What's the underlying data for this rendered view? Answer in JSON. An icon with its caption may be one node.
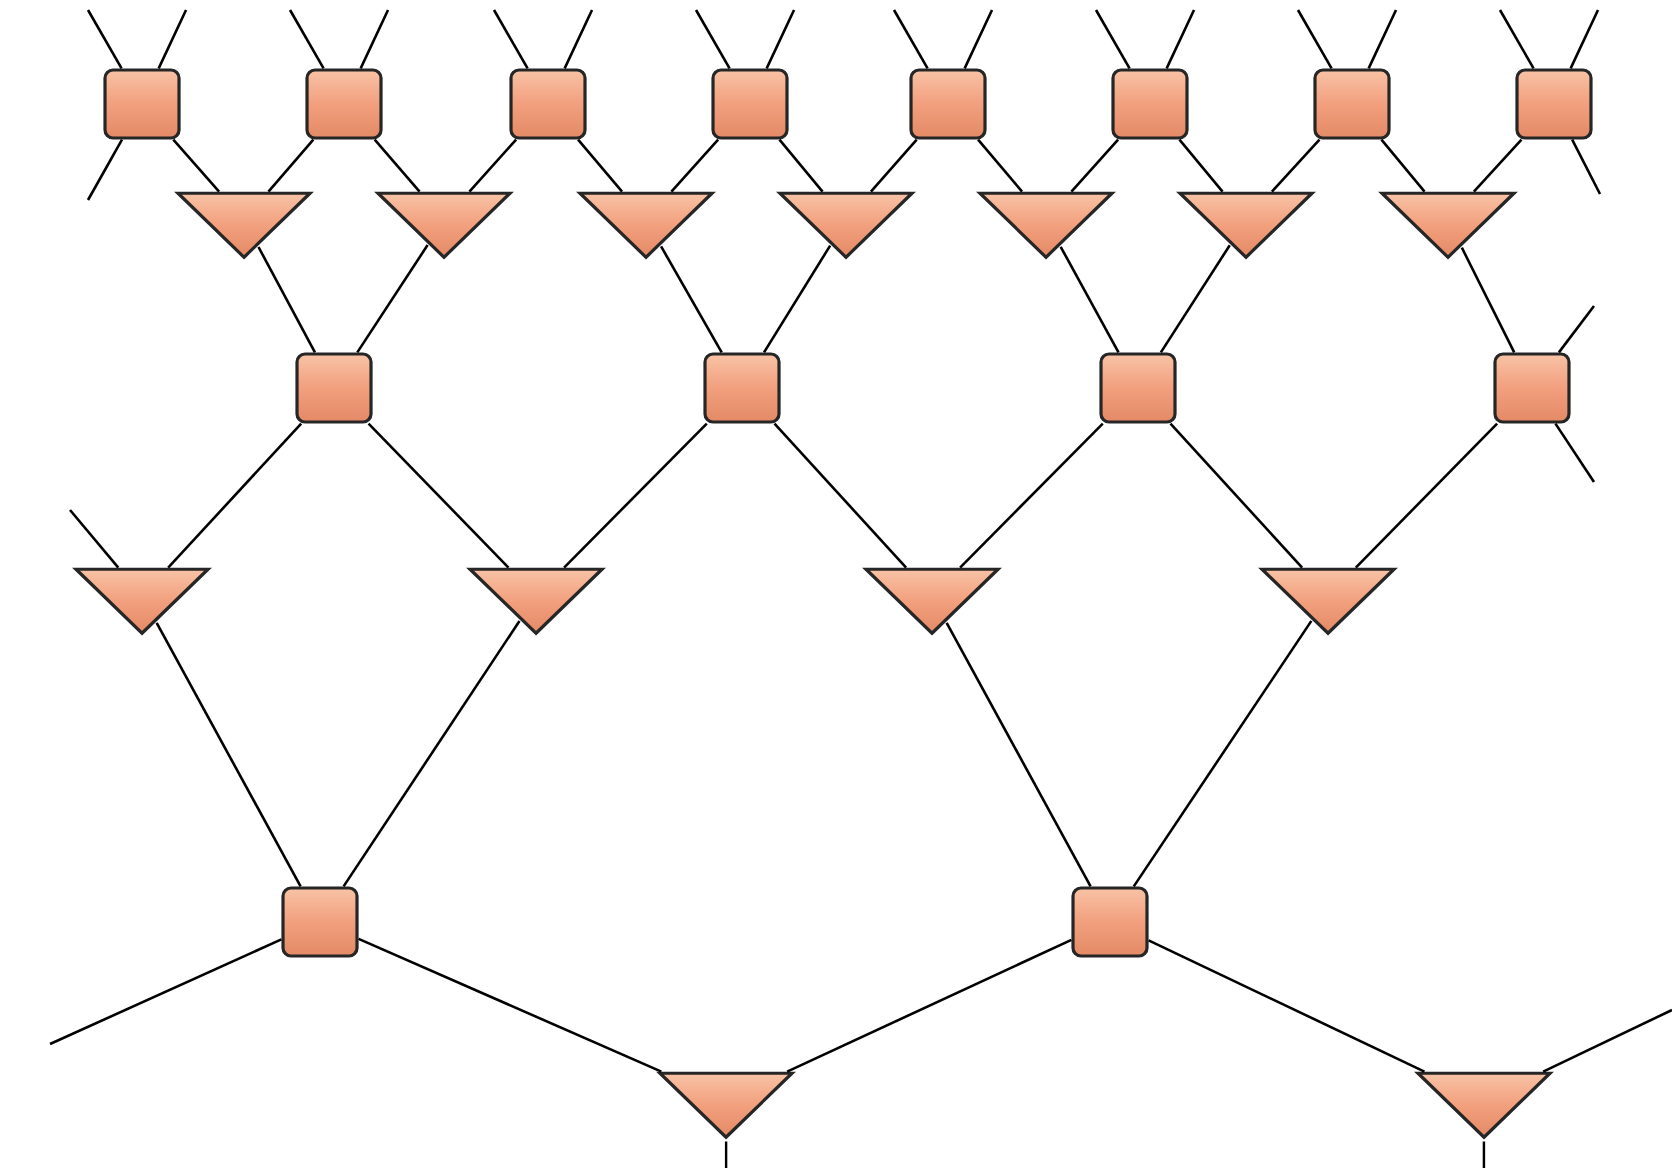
{
  "diagram": {
    "nodes": [
      {
        "text": [],
        "shape": "box"
      },
      {
        "text": [],
        "shape": "box"
      },
      {
        "text": [],
        "shape": "box"
      },
      {
        "text": [],
        "shape": "box"
      },
      {
        "text": [],
        "shape": "box"
      },
      {
        "text": [],
        "shape": "box"
      },
      {
        "text": [],
        "shape": "box"
      },
      {
        "text": [],
        "shape": "box"
      },
      {
        "text": [],
        "shape": "triangle"
      },
      {
        "text": [],
        "shape": "triangle"
      },
      {
        "text": [],
        "shape": "triangle"
      },
      {
        "text": [],
        "shape": "triangle"
      },
      {
        "text": [],
        "shape": "triangle"
      },
      {
        "text": [],
        "shape": "triangle"
      },
      {
        "text": [],
        "shape": "triangle"
      },
      {
        "text": [],
        "shape": "box"
      },
      {
        "text": [],
        "shape": "box"
      },
      {
        "text": [],
        "shape": "box"
      },
      {
        "text": [],
        "shape": "box"
      },
      {
        "text": [],
        "shape": "triangle"
      },
      {
        "text": [],
        "shape": "triangle"
      },
      {
        "text": [],
        "shape": "triangle"
      },
      {
        "text": [],
        "shape": "triangle"
      },
      {
        "text": [],
        "shape": "box"
      },
      {
        "text": [],
        "shape": "box"
      },
      {
        "text": [],
        "shape": "triangle"
      },
      {
        "text": [],
        "shape": "triangle"
      }
    ],
    "edges": [
      {
        "from": null,
        "to": 0,
        "arrow": "none"
      },
      {
        "from": null,
        "to": 0,
        "arrow": "none"
      },
      {
        "from": null,
        "to": 1,
        "arrow": "none"
      },
      {
        "from": null,
        "to": 1,
        "arrow": "none"
      },
      {
        "from": null,
        "to": 2,
        "arrow": "none"
      },
      {
        "from": null,
        "to": 2,
        "arrow": "none"
      },
      {
        "from": null,
        "to": 3,
        "arrow": "none"
      },
      {
        "from": null,
        "to": 3,
        "arrow": "none"
      },
      {
        "from": null,
        "to": 4,
        "arrow": "none"
      },
      {
        "from": null,
        "to": 4,
        "arrow": "none"
      },
      {
        "from": null,
        "to": 5,
        "arrow": "none"
      },
      {
        "from": null,
        "to": 5,
        "arrow": "none"
      },
      {
        "from": null,
        "to": 6,
        "arrow": "none"
      },
      {
        "from": null,
        "to": 6,
        "arrow": "none"
      },
      {
        "from": null,
        "to": 7,
        "arrow": "none"
      },
      {
        "from": null,
        "to": 7,
        "arrow": "none"
      },
      {
        "from": 0,
        "to": null,
        "arrow": "none"
      },
      {
        "from": 0,
        "to": 8,
        "arrow": "none"
      },
      {
        "from": 1,
        "to": 8,
        "arrow": "none"
      },
      {
        "from": 1,
        "to": 9,
        "arrow": "none"
      },
      {
        "from": 2,
        "to": 9,
        "arrow": "none"
      },
      {
        "from": 2,
        "to": 10,
        "arrow": "none"
      },
      {
        "from": 3,
        "to": 10,
        "arrow": "none"
      },
      {
        "from": 3,
        "to": 11,
        "arrow": "none"
      },
      {
        "from": 4,
        "to": 11,
        "arrow": "none"
      },
      {
        "from": 4,
        "to": 12,
        "arrow": "none"
      },
      {
        "from": 5,
        "to": 12,
        "arrow": "none"
      },
      {
        "from": 5,
        "to": 13,
        "arrow": "none"
      },
      {
        "from": 6,
        "to": 13,
        "arrow": "none"
      },
      {
        "from": 6,
        "to": 14,
        "arrow": "none"
      },
      {
        "from": 7,
        "to": 14,
        "arrow": "none"
      },
      {
        "from": 7,
        "to": null,
        "arrow": "none"
      },
      {
        "from": 8,
        "to": 15,
        "arrow": "none"
      },
      {
        "from": 9,
        "to": 15,
        "arrow": "none"
      },
      {
        "from": 10,
        "to": 16,
        "arrow": "none"
      },
      {
        "from": 11,
        "to": 16,
        "arrow": "none"
      },
      {
        "from": 12,
        "to": 17,
        "arrow": "none"
      },
      {
        "from": 13,
        "to": 17,
        "arrow": "none"
      },
      {
        "from": 14,
        "to": 18,
        "arrow": "none"
      },
      {
        "from": null,
        "to": 18,
        "arrow": "none"
      },
      {
        "from": null,
        "to": 19,
        "arrow": "none"
      },
      {
        "from": 15,
        "to": 19,
        "arrow": "none"
      },
      {
        "from": 15,
        "to": 20,
        "arrow": "none"
      },
      {
        "from": 16,
        "to": 20,
        "arrow": "none"
      },
      {
        "from": 16,
        "to": 21,
        "arrow": "none"
      },
      {
        "from": 17,
        "to": 21,
        "arrow": "none"
      },
      {
        "from": 17,
        "to": 22,
        "arrow": "none"
      },
      {
        "from": 18,
        "to": 22,
        "arrow": "none"
      },
      {
        "from": 18,
        "to": null,
        "arrow": "none"
      },
      {
        "from": 19,
        "to": 23,
        "arrow": "none"
      },
      {
        "from": 20,
        "to": 23,
        "arrow": "none"
      },
      {
        "from": 21,
        "to": 24,
        "arrow": "none"
      },
      {
        "from": 22,
        "to": 24,
        "arrow": "none"
      },
      {
        "from": 23,
        "to": null,
        "arrow": "none"
      },
      {
        "from": 23,
        "to": 25,
        "arrow": "none"
      },
      {
        "from": 24,
        "to": 25,
        "arrow": "none"
      },
      {
        "from": 24,
        "to": 26,
        "arrow": "none"
      },
      {
        "from": null,
        "to": 26,
        "arrow": "none"
      },
      {
        "from": 25,
        "to": null,
        "arrow": "none"
      },
      {
        "from": 26,
        "to": null,
        "arrow": "none"
      }
    ]
  }
}
